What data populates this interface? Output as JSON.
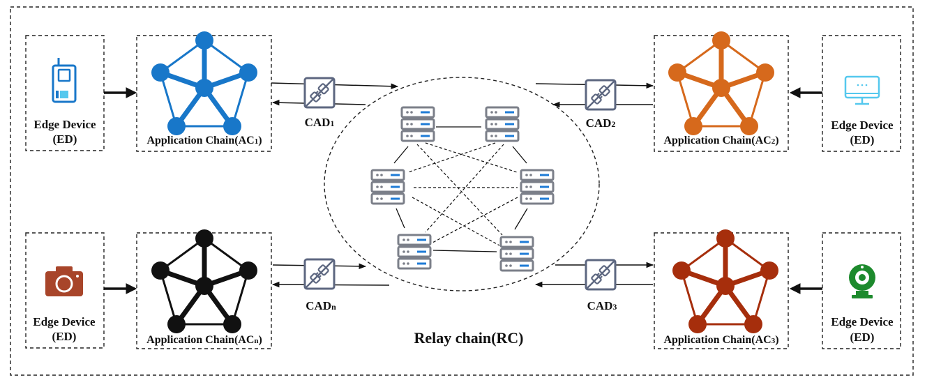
{
  "colors": {
    "ac1": "#1877c9",
    "ac2": "#d6691c",
    "ac3": "#a62e0c",
    "acn": "#111111",
    "adapter": "#5d6780",
    "server_body": "#7b7f89",
    "server_accent": "#1e7bd6",
    "ed_cyan": "#55c8ee",
    "ed_camera": "#a8452a",
    "ed_webcam": "#1d8a2d"
  },
  "edge_devices": [
    {
      "id": "ed1",
      "label_line1": "Edge Device",
      "label_line2": "(ED)",
      "icon": "smart-meter-icon"
    },
    {
      "id": "ed2",
      "label_line1": "Edge Device",
      "label_line2": "(ED)",
      "icon": "monitor-icon"
    },
    {
      "id": "ed3",
      "label_line1": "Edge Device",
      "label_line2": "(ED)",
      "icon": "webcam-icon"
    },
    {
      "id": "edn",
      "label_line1": "Edge Device",
      "label_line2": "(ED)",
      "icon": "camera-icon"
    }
  ],
  "app_chains": [
    {
      "id": "ac1",
      "label": "Application Chain(AC",
      "sub": "1",
      "close": ")"
    },
    {
      "id": "ac2",
      "label": "Application Chain(AC",
      "sub": "2",
      "close": ")"
    },
    {
      "id": "ac3",
      "label": "Application Chain(AC",
      "sub": "3",
      "close": ")"
    },
    {
      "id": "acn",
      "label": "Application Chain(AC",
      "sub": "n",
      "close": ")"
    }
  ],
  "adapters": [
    {
      "id": "cad1",
      "label": "CAD",
      "sub": "1",
      "icon": "plug-adapter-icon"
    },
    {
      "id": "cad2",
      "label": "CAD",
      "sub": "2",
      "icon": "plug-adapter-icon"
    },
    {
      "id": "cad3",
      "label": "CAD",
      "sub": "3",
      "icon": "plug-adapter-icon"
    },
    {
      "id": "cadn",
      "label": "CAD",
      "sub": "n",
      "icon": "plug-adapter-icon"
    }
  ],
  "relay_chain": {
    "label": "Relay chain(RC)",
    "node_icon": "server-rack-icon"
  }
}
